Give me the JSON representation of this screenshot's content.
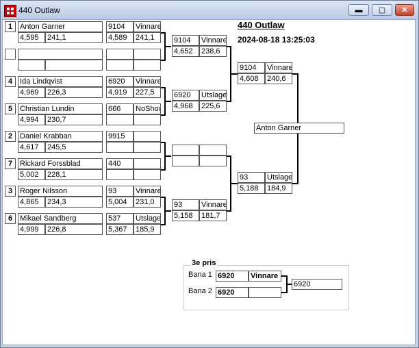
{
  "window": {
    "title": "440 Outlaw",
    "icon": "bracket-app-icon",
    "buttons": {
      "min": "▬",
      "max": "▢",
      "close": "✕"
    }
  },
  "header": {
    "event": "440 Outlaw",
    "datetime": "2024-08-18 13:25:03"
  },
  "round1": [
    {
      "seed": "1",
      "name": "Anton Garner",
      "et": "4,595",
      "speed": "241,1",
      "car": "9104",
      "result": "Vinnare",
      "et2": "4,589",
      "speed2": "241,1"
    },
    {
      "seed": "",
      "name": "",
      "et": "",
      "speed": "",
      "car": "",
      "result": "",
      "et2": "",
      "speed2": ""
    },
    {
      "seed": "4",
      "name": "Ida Lindqvist",
      "et": "4,969",
      "speed": "226,3",
      "car": "6920",
      "result": "Vinnare",
      "et2": "4,919",
      "speed2": "227,5"
    },
    {
      "seed": "5",
      "name": "Christian Lundin",
      "et": "4,994",
      "speed": "230,7",
      "car": "666",
      "result": "NoShow",
      "et2": "",
      "speed2": ""
    },
    {
      "seed": "2",
      "name": "Daniel Krabban",
      "et": "4,617",
      "speed": "245,5",
      "car": "9915",
      "result": "",
      "et2": "",
      "speed2": ""
    },
    {
      "seed": "7",
      "name": "Rickard Forssblad",
      "et": "5,002",
      "speed": "228,1",
      "car": "440",
      "result": "",
      "et2": "",
      "speed2": ""
    },
    {
      "seed": "3",
      "name": "Roger Nilsson",
      "et": "4,865",
      "speed": "234,3",
      "car": "93",
      "result": "Vinnare",
      "et2": "5,004",
      "speed2": "231,0"
    },
    {
      "seed": "6",
      "name": "Mikael Sandberg",
      "et": "4,999",
      "speed": "226,8",
      "car": "537",
      "result": "Utslagen",
      "et2": "5,367",
      "speed2": "185,9"
    }
  ],
  "round2": [
    {
      "car": "9104",
      "result": "Vinnare",
      "et": "4,652",
      "speed": "238,6"
    },
    {
      "car": "6920",
      "result": "Utslagen",
      "et": "4,968",
      "speed": "225,6"
    },
    {
      "car": "",
      "result": "",
      "et": "",
      "speed": ""
    },
    {
      "car": "93",
      "result": "Vinnare",
      "et": "5,158",
      "speed": "181,7"
    }
  ],
  "semis": [
    {
      "car": "9104",
      "result": "Vinnare",
      "et": "4,608",
      "speed": "240,6"
    },
    {
      "car": "93",
      "result": "Utslagen",
      "et": "5,188",
      "speed": "184,9"
    }
  ],
  "final": {
    "winner": "Anton Garner"
  },
  "third_place": {
    "label": "3e pris",
    "lane1_label": "Bana 1",
    "lane1_car": "6920",
    "lane1_result": "Vinnare",
    "lane2_label": "Bana 2",
    "lane2_car": "6920",
    "lane2_result": "",
    "winner": "6920"
  }
}
